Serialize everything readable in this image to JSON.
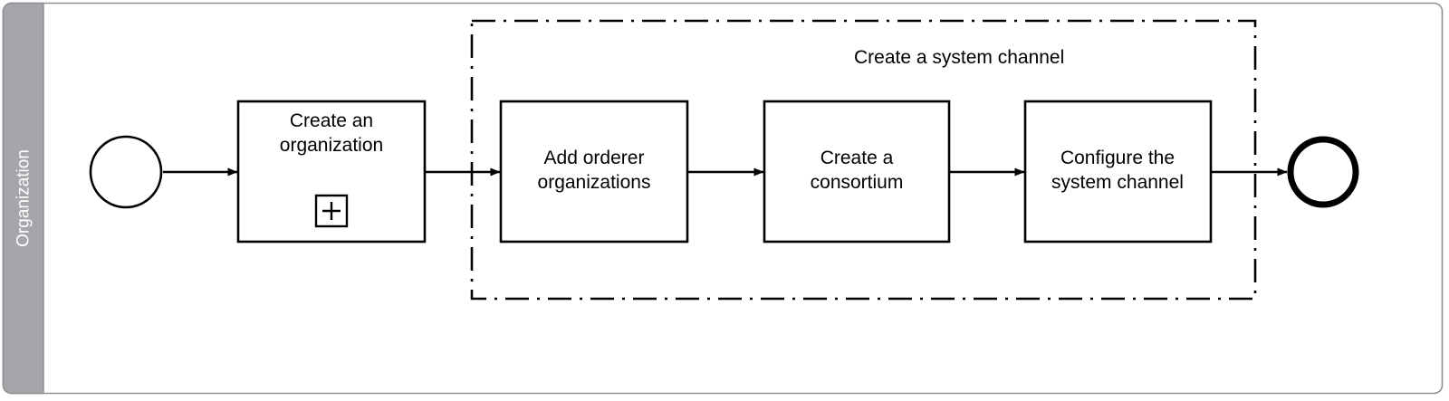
{
  "diagram": {
    "type": "bpmn-process",
    "pool": {
      "lane_label": "Organization",
      "lane_header_color": "#a5a5aa",
      "lane_header_text_color": "#ffffff",
      "border_color": "#8f8f94",
      "background": "#ffffff"
    },
    "group": {
      "label": "Create a system channel",
      "border_style": "dash-dot",
      "border_color": "#000000"
    },
    "events": [
      {
        "id": "start",
        "kind": "start-event",
        "label": "",
        "stroke_width": 2.6
      },
      {
        "id": "end",
        "kind": "end-event",
        "label": "",
        "stroke_width": 7
      }
    ],
    "tasks": [
      {
        "id": "create-an-organization",
        "line1": "Create an",
        "line2": "organization",
        "marker": "sub-process-plus",
        "in_group": false
      },
      {
        "id": "add-orderer-organizations",
        "line1": "Add orderer",
        "line2": "organizations",
        "marker": "none",
        "in_group": true
      },
      {
        "id": "create-a-consortium",
        "line1": "Create a",
        "line2": "consortium",
        "marker": "none",
        "in_group": true
      },
      {
        "id": "configure-the-system-channel",
        "line1": "Configure the",
        "line2": "system channel",
        "marker": "none",
        "in_group": true
      }
    ],
    "flows": [
      {
        "from": "start",
        "to": "create-an-organization"
      },
      {
        "from": "create-an-organization",
        "to": "add-orderer-organizations"
      },
      {
        "from": "add-orderer-organizations",
        "to": "create-a-consortium"
      },
      {
        "from": "create-a-consortium",
        "to": "configure-the-system-channel"
      },
      {
        "from": "configure-the-system-channel",
        "to": "end"
      }
    ]
  }
}
